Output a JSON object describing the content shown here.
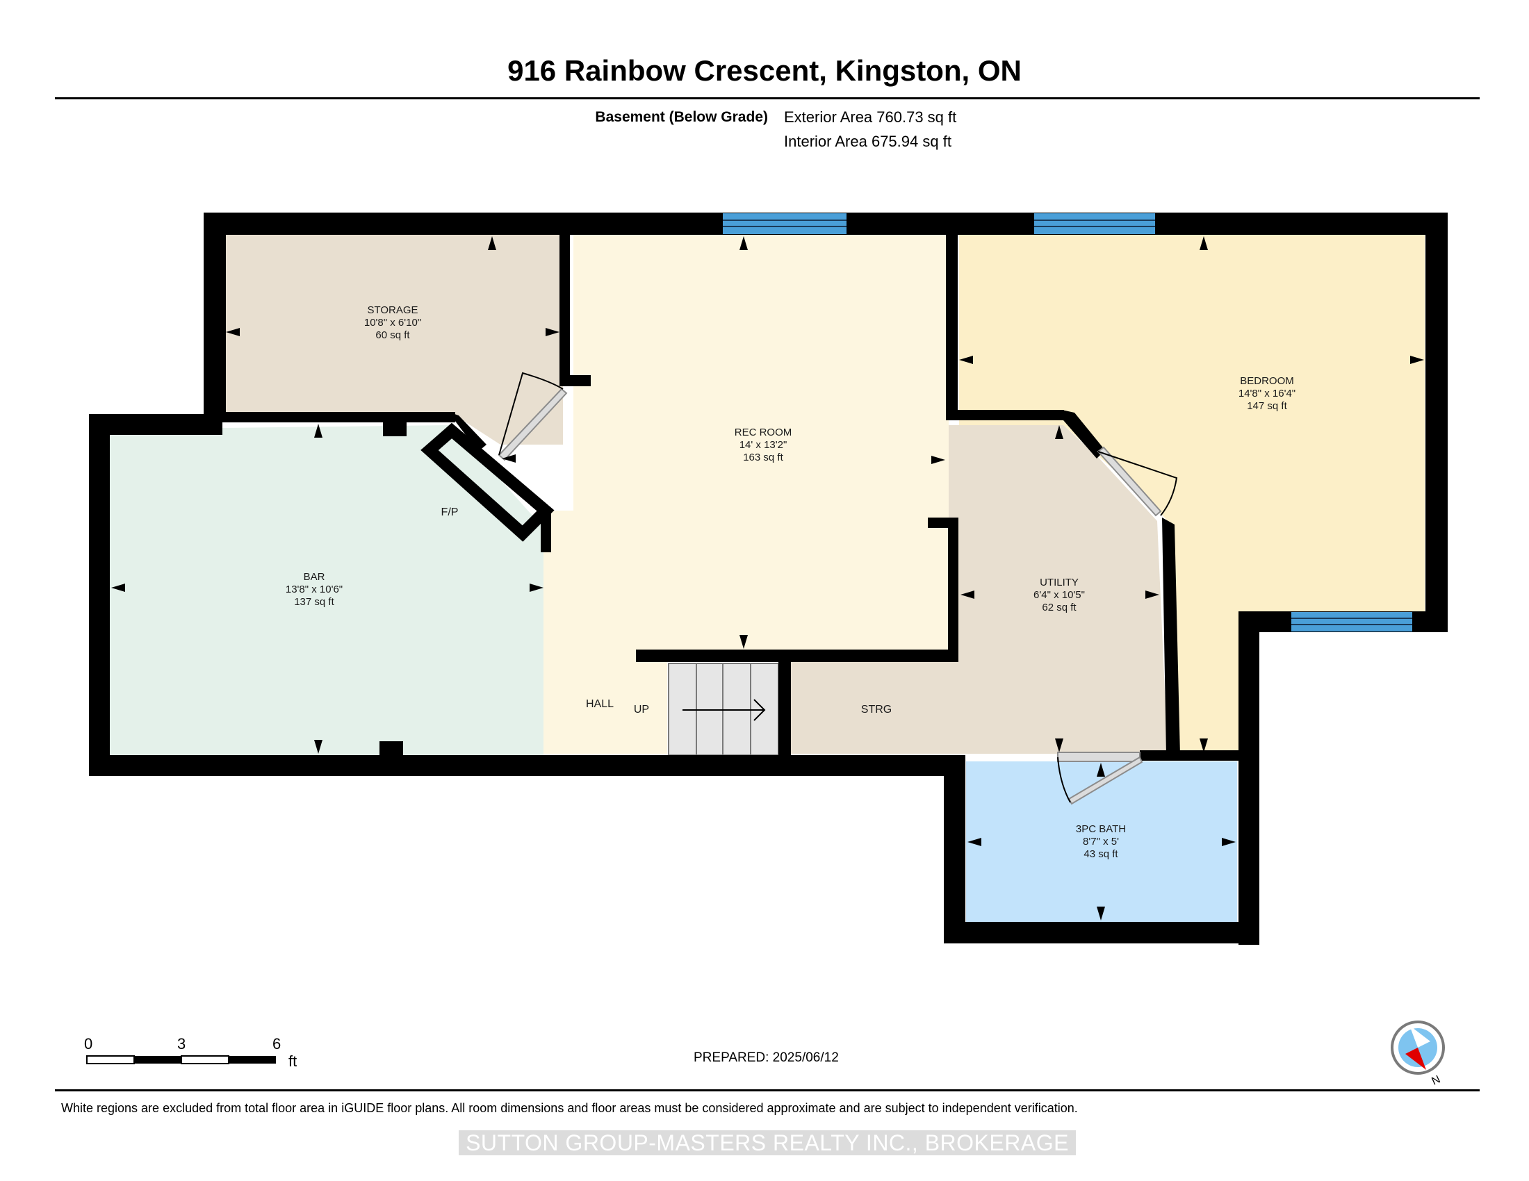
{
  "header": {
    "title": "916 Rainbow Crescent, Kingston, ON",
    "floor_label": "Basement (Below Grade)",
    "exterior_area": "Exterior Area 760.73 sq ft",
    "interior_area": "Interior Area 675.94 sq ft"
  },
  "rooms": {
    "storage": {
      "name": "STORAGE",
      "dims": "10'8\" x 6'10\"",
      "area": "60 sq ft",
      "color": "#e8dfd0"
    },
    "rec_room": {
      "name": "REC ROOM",
      "dims": "14' x 13'2\"",
      "area": "163 sq ft",
      "color": "#fdf6e0"
    },
    "bedroom": {
      "name": "BEDROOM",
      "dims": "14'8\" x 16'4\"",
      "area": "147 sq ft",
      "color": "#fcefc8"
    },
    "bar": {
      "name": "BAR",
      "dims": "13'8\" x 10'6\"",
      "area": "137 sq ft",
      "color": "#e4f1ea"
    },
    "utility": {
      "name": "UTILITY",
      "dims": "6'4\" x 10'5\"",
      "area": "62 sq ft",
      "color": "#e8dfd0"
    },
    "bath": {
      "name": "3PC BATH",
      "dims": "8'7\" x 5'",
      "area": "43 sq ft",
      "color": "#c2e3fb"
    }
  },
  "labels": {
    "fireplace": "F/P",
    "hall": "HALL",
    "stairs_up": "UP",
    "strg": "STRG"
  },
  "scale_bar": {
    "ticks": [
      "0",
      "3",
      "6"
    ],
    "unit": "ft"
  },
  "compass": {
    "label": "N"
  },
  "footer": {
    "prepared": "PREPARED: 2025/06/12",
    "disclaimer": "White regions are excluded from total floor area in iGUIDE floor plans. All room dimensions and floor areas must be considered approximate and are subject to independent verification.",
    "brokerage": "SUTTON GROUP-MASTERS REALTY INC., BROKERAGE"
  },
  "colors": {
    "wall": "#000000",
    "window": "#4a9fd8",
    "door_swing": "#cfcfcf",
    "compass_needle": "#e00000"
  }
}
